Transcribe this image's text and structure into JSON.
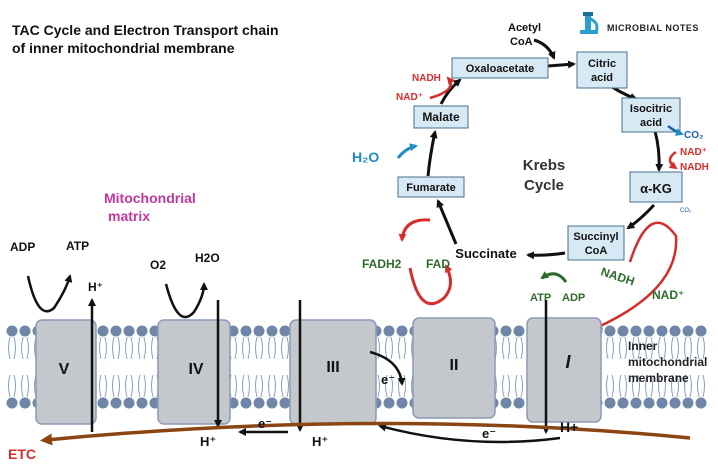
{
  "title": {
    "line1": "TAC Cycle and Electron Transport chain",
    "line2": "of inner mitochondrial membrane"
  },
  "logo": {
    "text": "MICROBIAL NOTES"
  },
  "matrix_label": {
    "line1": "Mitochondrial",
    "line2": "matrix"
  },
  "krebs": {
    "label_line1": "Krebs",
    "label_line2": "Cycle",
    "acetyl_line1": "Acetyl",
    "acetyl_line2": "CoA",
    "nodes": {
      "oxaloacetate": "Oxaloacetate",
      "citric_line1": "Citric",
      "citric_line2": "acid",
      "isocitric_line1": "Isocitric",
      "isocitric_line2": "acid",
      "akg": "α-KG",
      "succinyl_line1": "Succinyl",
      "succinyl_line2": "CoA",
      "succinate": "Succinate",
      "fumarate": "Fumarate",
      "malate": "Malate"
    },
    "nadh_top": "NADH",
    "nad_top": "NAD⁺",
    "co2": "CO₂",
    "nad_iso": "NAD⁺",
    "nadh_iso": "NADH",
    "co2_small": "CO₂",
    "h2o": "H₂O",
    "atp": "ATP",
    "adp": "ADP",
    "nadh_succ": "NADH",
    "nad_succ": "NAD⁺",
    "fadh2": "FADH2",
    "fad": "FAD"
  },
  "complexes": {
    "v": "V",
    "iv": "IV",
    "iii": "III",
    "ii": "II",
    "i": "I"
  },
  "etc": {
    "adp": "ADP",
    "atp": "ATP",
    "h_v": "H⁺",
    "o2": "O2",
    "h2o": "H2O",
    "h_iv": "H⁺",
    "e_iv": "e⁻",
    "h_iii": "H⁺",
    "e_iii": "e⁻",
    "e_i": "e⁻",
    "h_i": "H+",
    "label": "ETC",
    "membrane_line1": "Inner",
    "membrane_line2": "mitochondrial",
    "membrane_line3": "membrane"
  },
  "colors": {
    "title": "#111111",
    "matrix": "#c0399a",
    "red": "#d62c2c",
    "green": "#2e6b2e",
    "blue": "#1c8cc4",
    "etc_arrow": "#8b4513",
    "node_fill": "#d7e9f5",
    "node_stroke": "#4a6f8a",
    "complex_fill": "#c4c7cc",
    "lipid": "#6f86a8"
  }
}
